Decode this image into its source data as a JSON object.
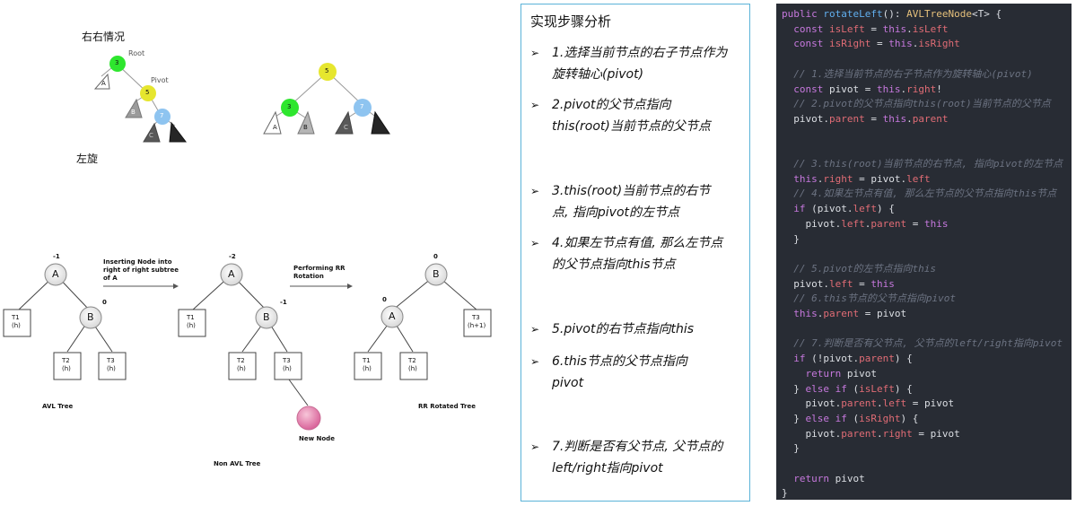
{
  "top_left": {
    "case_label": "右右情况",
    "rotate_label": "左旋",
    "tree1": {
      "root_label": "Root",
      "pivot_label": "Pivot",
      "n3": "3",
      "n5": "5",
      "n7": "7",
      "a": "A",
      "b": "B",
      "c": "C"
    },
    "tree2": {
      "n5": "5",
      "n3": "3",
      "n7": "7",
      "a": "A",
      "b": "B",
      "c": "C"
    }
  },
  "bottom_left": {
    "avl": {
      "bf_a": "-1",
      "bf_b": "0",
      "a": "A",
      "b": "B",
      "t1": "T1",
      "t1h": "(h)",
      "t2": "T2",
      "t2h": "(h)",
      "t3": "T3",
      "t3h": "(h)",
      "caption": "AVL Tree"
    },
    "arrow1": {
      "line1": "Inserting Node into",
      "line2": "right of right subtree",
      "line3": "of A"
    },
    "non_avl": {
      "bf_a": "-2",
      "bf_b": "-1",
      "a": "A",
      "b": "B",
      "t1": "T1",
      "t1h": "(h)",
      "t2": "T2",
      "t2h": "(h)",
      "t3": "T3",
      "t3h": "(h)",
      "new_node": "New Node",
      "caption": "Non AVL Tree"
    },
    "arrow2": {
      "line1": "Performing RR",
      "line2": "Rotation"
    },
    "rotated": {
      "bf_b": "0",
      "bf_a": "0",
      "b": "B",
      "a": "A",
      "t1": "T1",
      "t1h": "(h)",
      "t2": "T2",
      "t2h": "(h)",
      "t3": "T3",
      "t3h": "(h+1)",
      "caption": "RR Rotated Tree"
    }
  },
  "steps": {
    "title": "实现步骤分析",
    "items": [
      {
        "line1": "1.选择当前节点的右子节点作为",
        "line2": "旋转轴心(pivot)"
      },
      {
        "line1": "2.pivot的父节点指向",
        "line2": "this(root)当前节点的父节点"
      },
      {
        "line1": "3.this(root)当前节点的右节",
        "line2": "点, 指向pivot的左节点"
      },
      {
        "line1": "4.如果左节点有值, 那么左节点",
        "line2": "的父节点指向this节点"
      },
      {
        "line1": "5.pivot的右节点指向this",
        "line2": ""
      },
      {
        "line1": "6.this节点的父节点指向",
        "line2": "pivot"
      },
      {
        "line1": "7.判断是否有父节点, 父节点的",
        "line2": "left/right指向pivot"
      }
    ]
  },
  "code": {
    "lines": [
      "public rotateLeft(): AVLTreeNode<T> {",
      "  const isLeft = this.isLeft",
      "  const isRight = this.isRight",
      "",
      "  // 1.选择当前节点的右子节点作为旋转轴心(pivot)",
      "  const pivot = this.right!",
      "  // 2.pivot的父节点指向this(root)当前节点的父节点",
      "  pivot.parent = this.parent",
      "",
      "",
      "  // 3.this(root)当前节点的右节点, 指向pivot的左节点",
      "  this.right = pivot.left",
      "  // 4.如果左节点有值, 那么左节点的父节点指向this节点",
      "  if (pivot.left) {",
      "    pivot.left.parent = this",
      "  }",
      "",
      "  // 5.pivot的左节点指向this",
      "  pivot.left = this",
      "  // 6.this节点的父节点指向pivot",
      "  this.parent = pivot",
      "",
      "  // 7.判断是否有父节点, 父节点的left/right指向pivot",
      "  if (!pivot.parent) {",
      "    return pivot",
      "  } else if (isLeft) {",
      "    pivot.parent.left = pivot",
      "  } else if (isRight) {",
      "    pivot.parent.right = pivot",
      "  }",
      "",
      "  return pivot",
      "}"
    ]
  }
}
